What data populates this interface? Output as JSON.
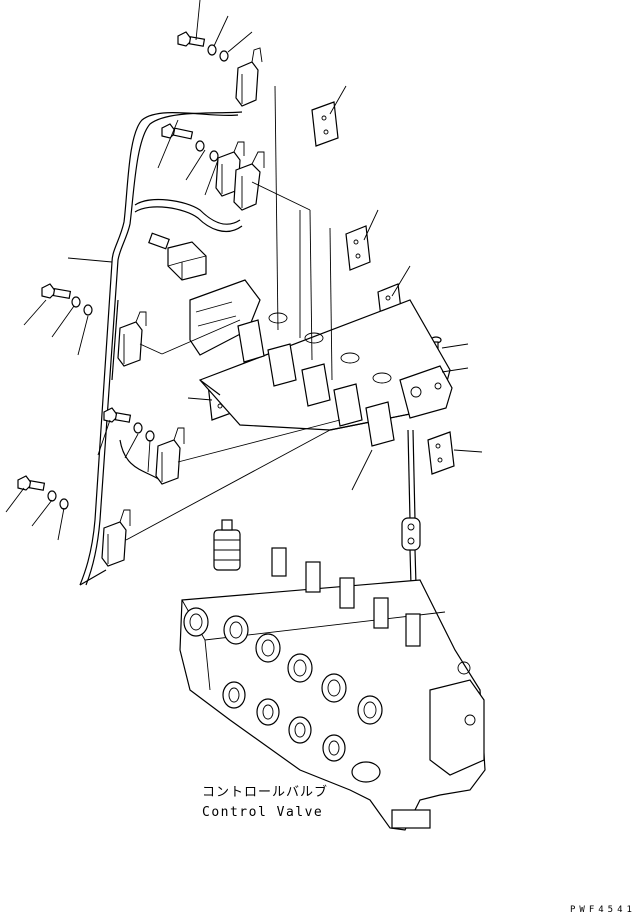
{
  "caption": {
    "japanese": "コントロールバルブ",
    "english": "Control Valve"
  },
  "drawing_id": "PWF4541"
}
